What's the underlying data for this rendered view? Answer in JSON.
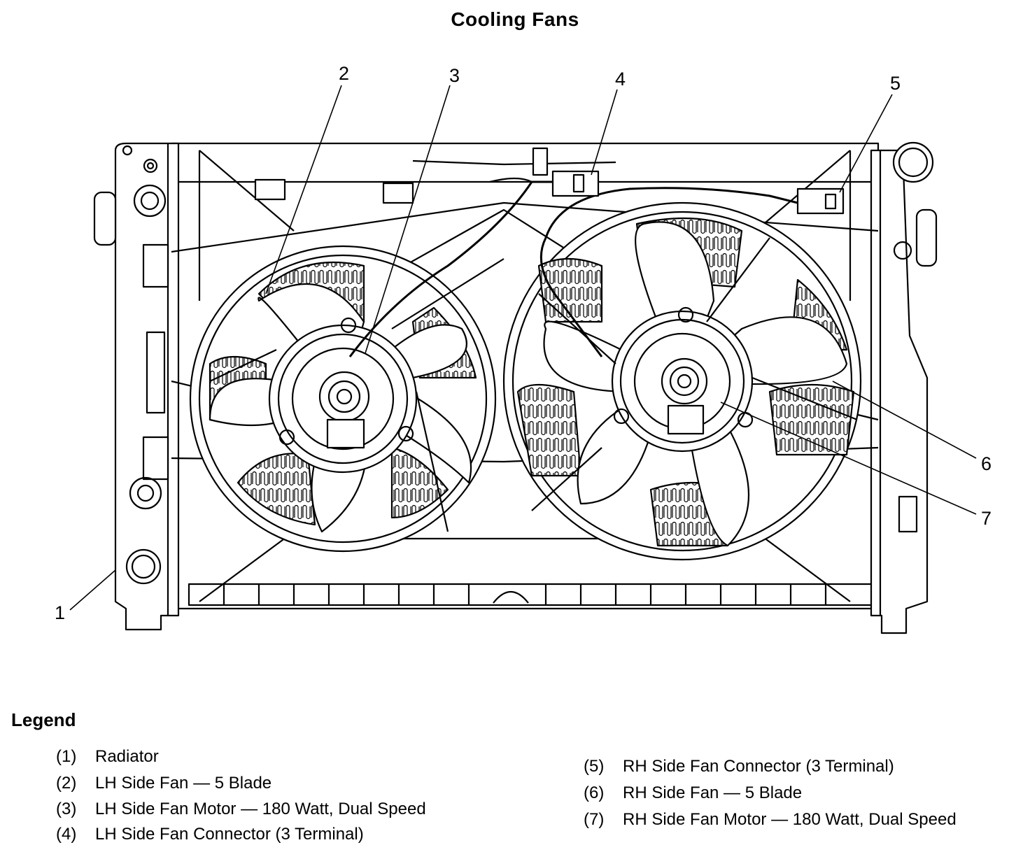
{
  "title": "Cooling Fans",
  "callouts": [
    "1",
    "2",
    "3",
    "4",
    "5",
    "6",
    "7"
  ],
  "legend": {
    "heading": "Legend",
    "items": [
      {
        "num": "(1)",
        "text": "Radiator"
      },
      {
        "num": "(2)",
        "text": "LH Side Fan — 5 Blade"
      },
      {
        "num": "(3)",
        "text": "LH Side Fan Motor — 180 Watt, Dual Speed"
      },
      {
        "num": "(4)",
        "text": "LH Side Fan Connector (3 Terminal)"
      },
      {
        "num": "(5)",
        "text": "RH Side Fan Connector (3 Terminal)"
      },
      {
        "num": "(6)",
        "text": "RH Side Fan — 5 Blade"
      },
      {
        "num": "(7)",
        "text": "RH Side Fan Motor — 180 Watt, Dual Speed"
      }
    ]
  }
}
